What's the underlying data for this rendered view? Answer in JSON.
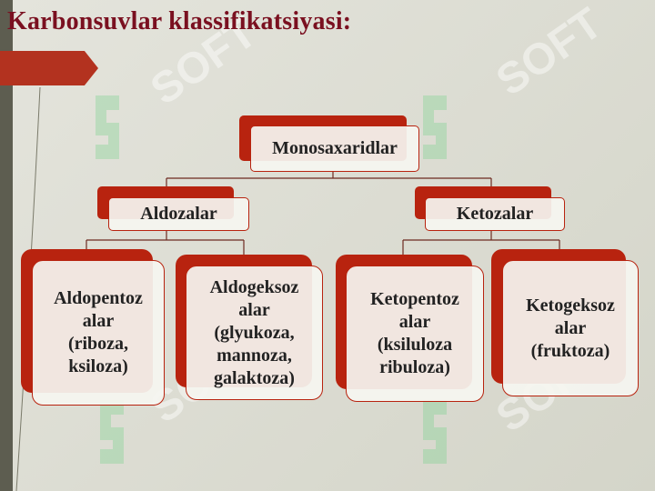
{
  "title": "Karbonsuvlar klassifikatsiyasi:",
  "watermark": "SOFT",
  "colors": {
    "accent": "#b8230f",
    "title": "#7a1020"
  },
  "diagram": {
    "root": "Monosaxaridlar",
    "aldozalar": "Aldozalar",
    "ketozalar": "Ketozalar",
    "leaves": [
      {
        "lines": [
          "Aldopentoz",
          "alar",
          "(riboza,",
          "ksiloza)"
        ]
      },
      {
        "lines": [
          "Aldogeksoz",
          "alar",
          "(glyukoza,",
          "mannoza,",
          "galaktoza)"
        ]
      },
      {
        "lines": [
          "Ketopentoz",
          "alar",
          "(ksiluloza",
          "ribuloza)"
        ]
      },
      {
        "lines": [
          "Ketogeksoz",
          "alar",
          "(fruktoza)"
        ]
      }
    ]
  }
}
